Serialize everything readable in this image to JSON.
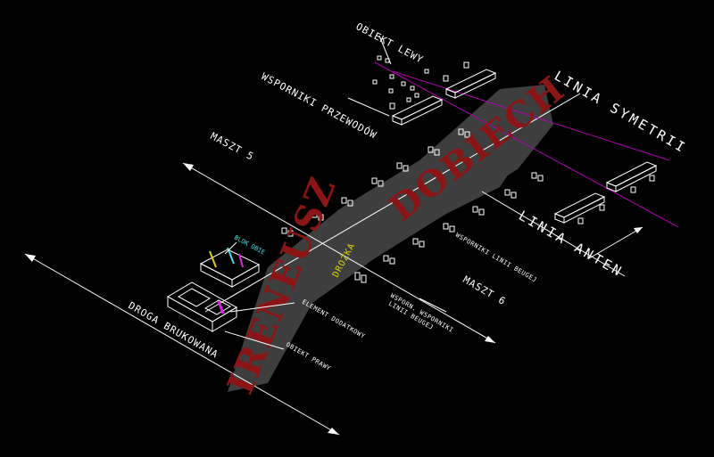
{
  "labels": {
    "obiekt_lewy": "OBIEKT LEWY",
    "wsporniki_przewodow": "WSPORNIKI PRZEWODÓW",
    "maszt5": "MASZT 5",
    "linia_symetrii": "LINIA SYMETRII",
    "linia_anten": "LINIA ANTEN",
    "wsporniki_linii": "WSPORNIKI LINII BEUGEJ",
    "maszt6": "MASZT 6",
    "wsporn_vsporniki": "WSPORN. WSPORNIKI",
    "linii_beugej": "LINII BEUGEJ",
    "droga_brukowana": "DROGA BRUKOWANA",
    "element_dodatkowy": "ELEMENT DODATKOWY",
    "obiekt_prawy": "OBIEKT PRAWY",
    "dozka": "DROŻKA",
    "blok_obiekt": "BLOK OBIE"
  },
  "watermark": {
    "first": "IRENEUSZ",
    "second": "DOBIECH"
  },
  "colors": {
    "background": "#000000",
    "lines": "#ffffff",
    "symmetry_line": "#b000b0",
    "watermark_smudge": "#4a4a4a",
    "watermark_text": "#8b1414",
    "highlight_yellow": "#e0d000",
    "highlight_cyan": "#40e0e0",
    "highlight_magenta": "#e020e0"
  }
}
